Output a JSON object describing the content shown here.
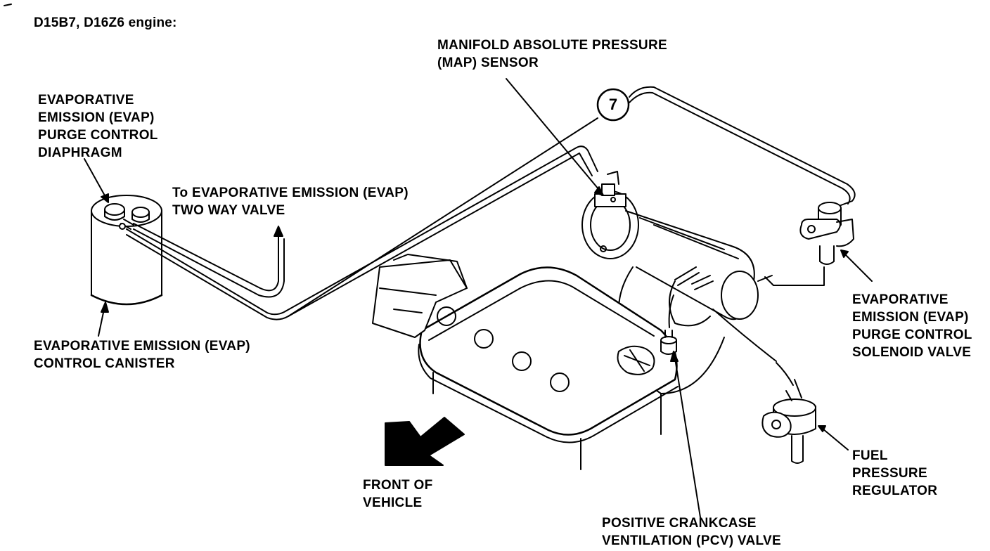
{
  "title": "D15B7, D16Z6 engine:",
  "callout_number": "7",
  "labels": {
    "map_sensor": [
      "MANIFOLD ABSOLUTE PRESSURE",
      "(MAP) SENSOR"
    ],
    "evap_purge_diaphragm": [
      "EVAPORATIVE",
      "EMISSION (EVAP)",
      "PURGE CONTROL",
      "DIAPHRAGM"
    ],
    "two_way_valve": [
      "To EVAPORATIVE EMISSION (EVAP)",
      "TWO WAY VALVE"
    ],
    "evap_canister": [
      "EVAPORATIVE EMISSION (EVAP)",
      "CONTROL CANISTER"
    ],
    "evap_purge_solenoid": [
      "EVAPORATIVE",
      "EMISSION (EVAP)",
      "PURGE CONTROL",
      "SOLENOID VALVE"
    ],
    "fuel_pressure_regulator": [
      "FUEL",
      "PRESSURE",
      "REGULATOR"
    ],
    "front_of_vehicle": [
      "FRONT OF",
      "VEHICLE"
    ],
    "pcv_valve": [
      "POSITIVE CRANKCASE",
      "VENTILATION (PCV) VALVE"
    ]
  },
  "colors": {
    "ink": "#000000",
    "paper": "#ffffff"
  }
}
